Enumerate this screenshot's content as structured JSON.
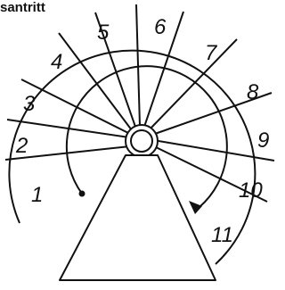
{
  "heading": "santritt",
  "steps": [
    "1",
    "2",
    "3",
    "4",
    "5",
    "6",
    "7",
    "8",
    "9",
    "10",
    "11"
  ],
  "colors": {
    "line": "#111111",
    "background": "#ffffff"
  }
}
